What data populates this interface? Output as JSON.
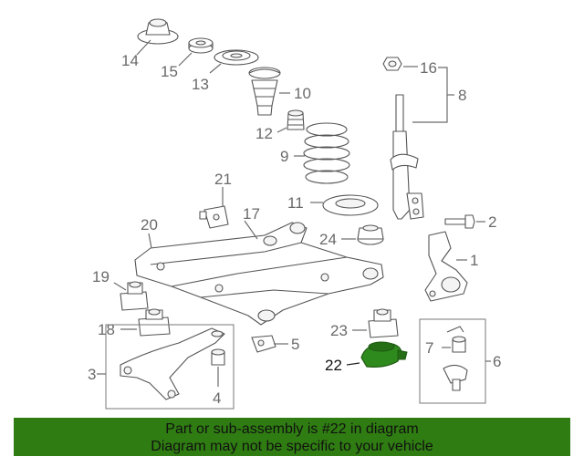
{
  "callouts": {
    "c1": "1",
    "c2": "2",
    "c3": "3",
    "c4": "4",
    "c5": "5",
    "c6": "6",
    "c7": "7",
    "c8": "8",
    "c9": "9",
    "c10": "10",
    "c11": "11",
    "c12": "12",
    "c13": "13",
    "c14": "14",
    "c15": "15",
    "c16": "16",
    "c17": "17",
    "c18": "18",
    "c19": "19",
    "c20": "20",
    "c21": "21",
    "c22": "22",
    "c23": "23",
    "c24": "24"
  },
  "highlighted_part": "22",
  "colors": {
    "highlight": "#2f8a1d",
    "banner": "#2f7d12",
    "line": "#555555"
  },
  "banner": {
    "line1": "Part or sub-assembly is #22 in diagram",
    "line2": "Diagram may not be specific to your vehicle"
  }
}
